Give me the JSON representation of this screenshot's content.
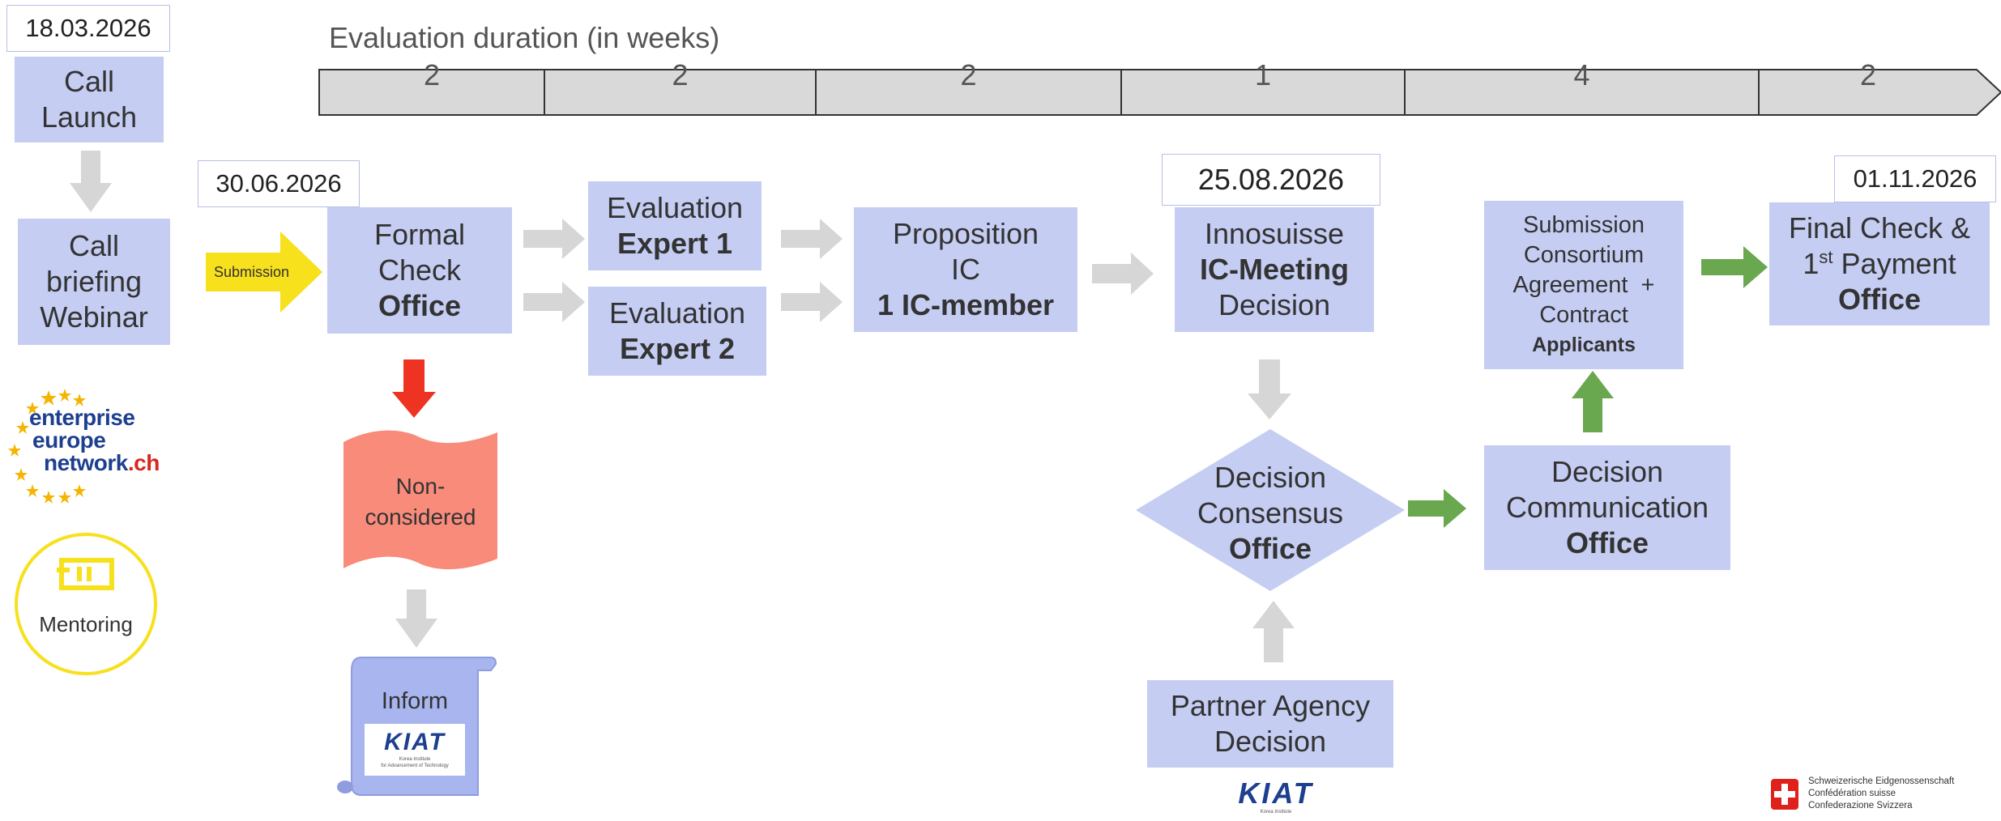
{
  "timeline": {
    "title": "Evaluation duration (in weeks)",
    "segments": [
      "2",
      "2",
      "2",
      "1",
      "4",
      "2"
    ]
  },
  "dates": {
    "call_launch": "18.03.2026",
    "submission": "30.06.2026",
    "ic_meeting": "25.08.2026",
    "final": "01.11.2026"
  },
  "steps": {
    "call_launch": {
      "line1": "Call",
      "line2": "Launch"
    },
    "briefing": {
      "line1": "Call",
      "line2": "briefing",
      "line3": "Webinar"
    },
    "submission_arrow": "Submission",
    "formal_check": {
      "line1": "Formal",
      "line2": "Check",
      "bold": "Office"
    },
    "eval1": {
      "line1": "Evaluation",
      "bold": "Expert 1"
    },
    "eval2": {
      "line1": "Evaluation",
      "bold": "Expert 2"
    },
    "proposition": {
      "line1": "Proposition",
      "line2": "IC",
      "bold": "1 IC-member"
    },
    "ic_meeting": {
      "line1": "Innosuisse",
      "bold": "IC-Meeting",
      "line3": "Decision"
    },
    "consortium": {
      "line1": "Submission",
      "line2": "Consortium",
      "line3": "Agreement  +",
      "line4": "Contract",
      "bold": "Applicants"
    },
    "final": {
      "line1": "Final Check &",
      "line2_pre": "1",
      "line2_sup": "st",
      "line2_post": " Payment",
      "bold": "Office"
    },
    "non_considered": {
      "line1": "Non-",
      "line2": "considered"
    },
    "inform": "Inform",
    "decision_consensus": {
      "line1": "Decision",
      "line2": "Consensus",
      "bold": "Office"
    },
    "decision_communication": {
      "line1": "Decision",
      "line2": "Communication",
      "bold": "Office"
    },
    "partner_agency": {
      "line1": "Partner Agency",
      "line2": "Decision"
    }
  },
  "logos": {
    "een": {
      "line1": "enterprise",
      "line2": "europe",
      "line3a": "network",
      "line3b": ".ch"
    },
    "mentoring": "Mentoring",
    "kiat": {
      "name": "KIAT",
      "sub1": "Korea Institute",
      "sub2": "for Advancement of Technology"
    },
    "swiss": [
      "Schweizerische Eidgenossenschaft",
      "Confédération suisse",
      "Confederazione Svizzera"
    ]
  },
  "colors": {
    "box": "#c5cdf3",
    "grey_arrow": "#d6d6d6",
    "green_arrow": "#6aa84f",
    "red_arrow": "#ee3322",
    "yellow_arrow": "#f7e01c",
    "non_considered": "#f98b7b"
  }
}
